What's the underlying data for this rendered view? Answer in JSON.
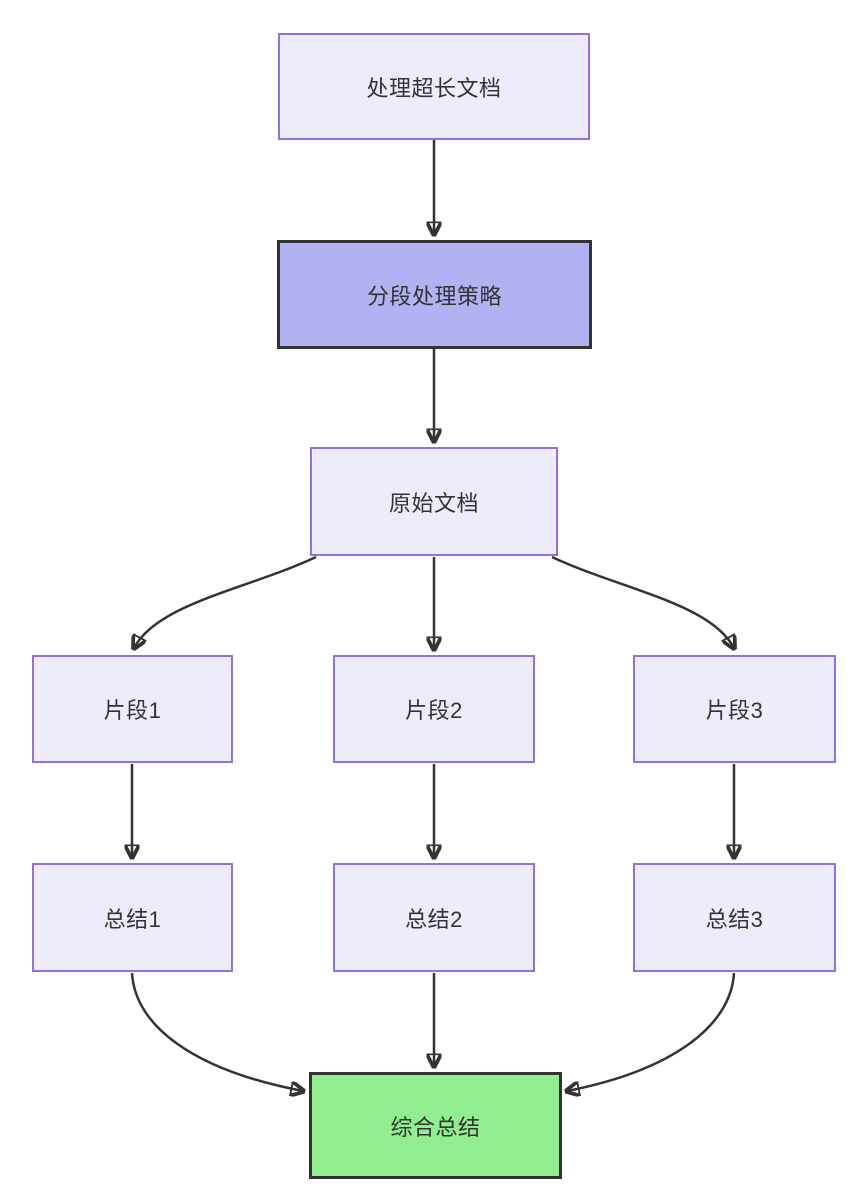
{
  "diagram": {
    "type": "flowchart",
    "direction": "top-down",
    "nodes": [
      {
        "id": "process-long-document",
        "label": "处理超长文档",
        "style": "default"
      },
      {
        "id": "segmentation-strategy",
        "label": "分段处理策略",
        "style": "emphasis"
      },
      {
        "id": "original-document",
        "label": "原始文档",
        "style": "default"
      },
      {
        "id": "fragment-1",
        "label": "片段1",
        "style": "default"
      },
      {
        "id": "fragment-2",
        "label": "片段2",
        "style": "default"
      },
      {
        "id": "fragment-3",
        "label": "片段3",
        "style": "default"
      },
      {
        "id": "summary-1",
        "label": "总结1",
        "style": "default"
      },
      {
        "id": "summary-2",
        "label": "总结2",
        "style": "default"
      },
      {
        "id": "summary-3",
        "label": "总结3",
        "style": "default"
      },
      {
        "id": "final-summary",
        "label": "综合总结",
        "style": "success"
      }
    ],
    "edges": [
      {
        "from": "处理超长文档",
        "to": "分段处理策略"
      },
      {
        "from": "分段处理策略",
        "to": "原始文档"
      },
      {
        "from": "原始文档",
        "to": "片段1"
      },
      {
        "from": "原始文档",
        "to": "片段2"
      },
      {
        "from": "原始文档",
        "to": "片段3"
      },
      {
        "from": "片段1",
        "to": "总结1"
      },
      {
        "from": "片段2",
        "to": "总结2"
      },
      {
        "from": "片段3",
        "to": "总结3"
      },
      {
        "from": "总结1",
        "to": "综合总结"
      },
      {
        "from": "总结2",
        "to": "综合总结"
      },
      {
        "from": "总结3",
        "to": "综合总结"
      }
    ],
    "colors": {
      "background": "#ffffff",
      "node_fill": "#ececfb",
      "node_border": "#9370db",
      "emphasis_fill": "#b2b2f2",
      "emphasis_border": "#333333",
      "success_fill": "#90ee90",
      "success_border": "#333333",
      "edge": "#333333",
      "text": "#333333"
    }
  }
}
